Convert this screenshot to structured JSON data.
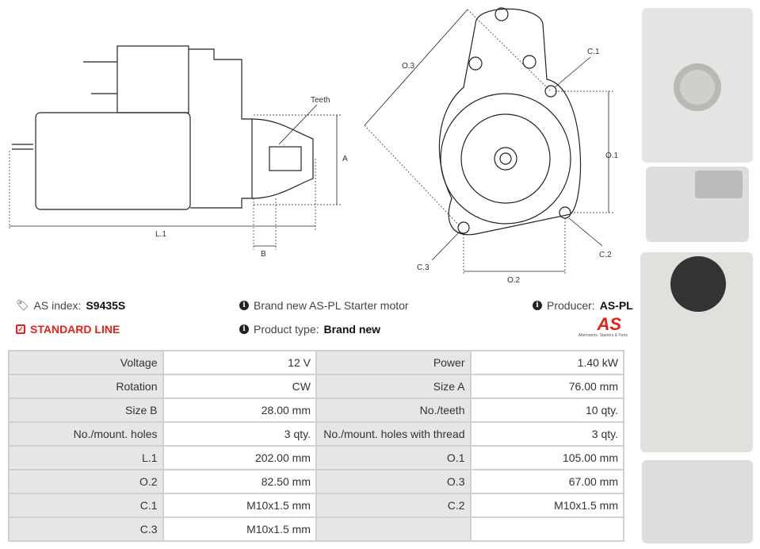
{
  "diagram_labels": {
    "teeth": "Teeth",
    "a": "A",
    "b": "B",
    "l1": "L.1",
    "o1": "O.1",
    "o2": "O.2",
    "o3": "O.3",
    "c1": "C.1",
    "c2": "C.2",
    "c3": "C.3"
  },
  "info": {
    "as_index_label": "AS index:",
    "as_index_value": "S9435S",
    "standard_line": "STANDARD LINE",
    "description": "Brand new AS-PL Starter motor",
    "product_type_label": "Product type:",
    "product_type_value": "Brand new",
    "producer_label": "Producer:",
    "producer_value": "AS-PL",
    "logo_text": "AS",
    "logo_tagline": "Alternators, Starters & Parts"
  },
  "colors": {
    "accent": "#e2231a",
    "label_bg": "#e6e6e6",
    "border": "#d0d0d0"
  },
  "specs": [
    [
      {
        "label": "Voltage",
        "value": "12 V"
      },
      {
        "label": "Power",
        "value": "1.40 kW"
      }
    ],
    [
      {
        "label": "Rotation",
        "value": "CW"
      },
      {
        "label": "Size A",
        "value": "76.00 mm"
      }
    ],
    [
      {
        "label": "Size B",
        "value": "28.00 mm"
      },
      {
        "label": "No./teeth",
        "value": "10 qty."
      }
    ],
    [
      {
        "label": "No./mount. holes",
        "value": "3 qty."
      },
      {
        "label": "No./mount. holes with thread",
        "value": "3 qty."
      }
    ],
    [
      {
        "label": "L.1",
        "value": "202.00 mm"
      },
      {
        "label": "O.1",
        "value": "105.00 mm"
      }
    ],
    [
      {
        "label": "O.2",
        "value": "82.50 mm"
      },
      {
        "label": "O.3",
        "value": "67.00 mm"
      }
    ],
    [
      {
        "label": "C.1",
        "value": "M10x1.5 mm"
      },
      {
        "label": "C.2",
        "value": "M10x1.5 mm"
      }
    ],
    [
      {
        "label": "C.3",
        "value": "M10x1.5 mm"
      },
      {
        "label": "",
        "value": ""
      }
    ]
  ]
}
